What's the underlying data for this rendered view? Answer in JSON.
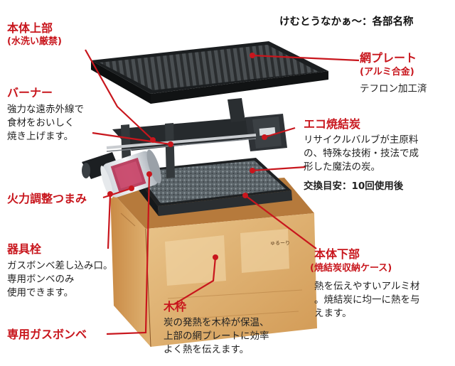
{
  "title": "けむとうなかぁ〜：各部名称",
  "parts": {
    "top_body": {
      "name": "本体上部",
      "note": "(水洗い厳禁)"
    },
    "grill_plate": {
      "name": "網プレート",
      "note": "(アルミ合金)",
      "desc": "テフロン加工済"
    },
    "burner": {
      "name": "バーナー",
      "desc": [
        "強力な遠赤外線で",
        "食材をおいしく",
        "焼き上げます。"
      ]
    },
    "eco_charcoal": {
      "name": "エコ焼結炭",
      "desc": [
        "リサイクルバルブが主原料",
        "の、特殊な技術・技法で成",
        "形した魔法の炭。"
      ],
      "extra": "交換目安：10回使用後"
    },
    "flame_knob": {
      "name": "火力調整つまみ"
    },
    "connector": {
      "name": "器具栓",
      "desc": [
        "ガスボンベ差し込み口。",
        "専用ボンベのみ",
        "使用できます。"
      ]
    },
    "bottom_body": {
      "name": "本体下部",
      "note": "(焼結炭収納ケース)",
      "desc": [
        "熱を伝えやすいアルミ材",
        "。焼結炭に均一に熱を与",
        "えます。"
      ]
    },
    "wood_frame": {
      "name": "木枠",
      "desc": [
        "炭の発熱を木枠が保温、",
        "上部の網プレートに効率",
        "よく熱を伝えます。"
      ]
    },
    "gas_canister": {
      "name": "専用ガスボンベ"
    }
  },
  "colors": {
    "accent": "#c8161d",
    "text": "#222222"
  }
}
